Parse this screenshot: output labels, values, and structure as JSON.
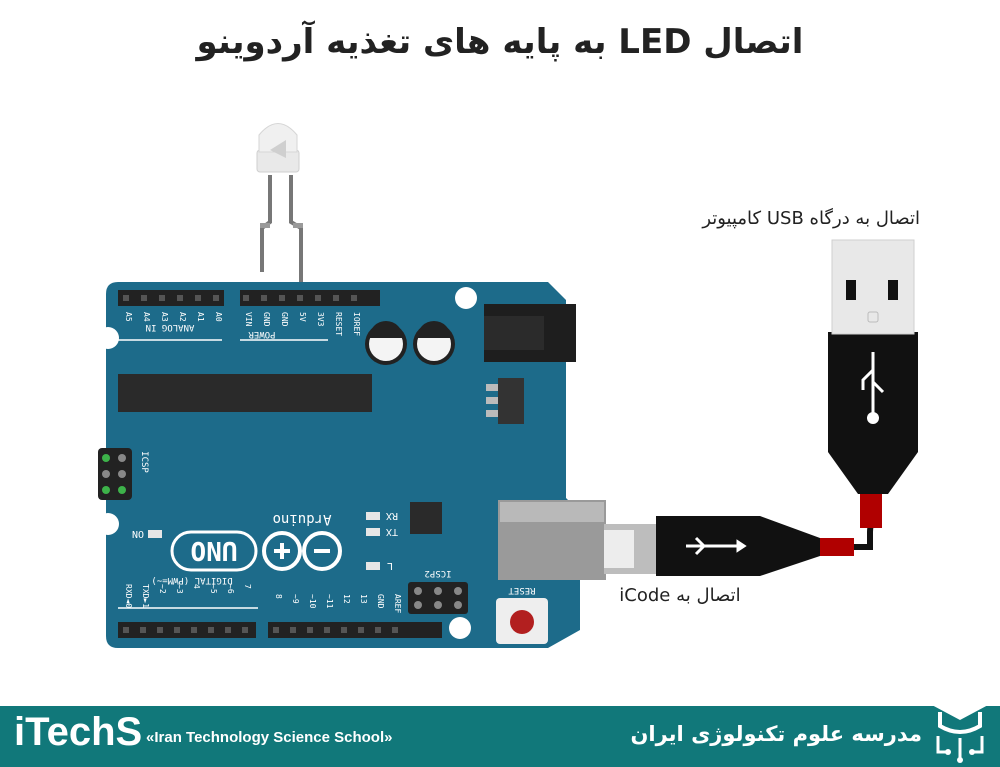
{
  "title": "اتصال LED به پایه های تغذیه آردوینو",
  "labels": {
    "usb_computer": "اتصال به درگاه USB کامپیوتر",
    "icode": "اتصال به iCode"
  },
  "board": {
    "brand": "Arduino",
    "model": "UNO",
    "analog_header": [
      "A5",
      "A4",
      "A3",
      "A2",
      "A1",
      "A0"
    ],
    "analog_label": "ANALOG IN",
    "power_header": [
      "VIN",
      "GND",
      "GND",
      "5V",
      "3V3",
      "RESET",
      "IOREF"
    ],
    "power_label": "POWER",
    "digital_left": [
      "RXD◄0",
      "TXD►1",
      "~2",
      "~3",
      "4",
      "~5",
      "~6",
      "7"
    ],
    "digital_right": [
      "8",
      "~9",
      "~10",
      "~11",
      "12",
      "13",
      "GND",
      "AREF"
    ],
    "digital_label": "DIGITAL (PWM=~)",
    "icsp": "ICSP",
    "icsp2": "ICSP2",
    "on": "ON",
    "tx": "TX",
    "rx": "RX",
    "l": "L",
    "reset": "RESET"
  },
  "footer": {
    "brand": "iTechS",
    "tagline": "«Iran Technology Science School»",
    "school": "مدرسه علوم تکنولوژی ایران"
  },
  "colors": {
    "board": "#1d6b8a",
    "footer": "#11787a",
    "cable": "#111111",
    "cable_accent": "#b00000"
  }
}
